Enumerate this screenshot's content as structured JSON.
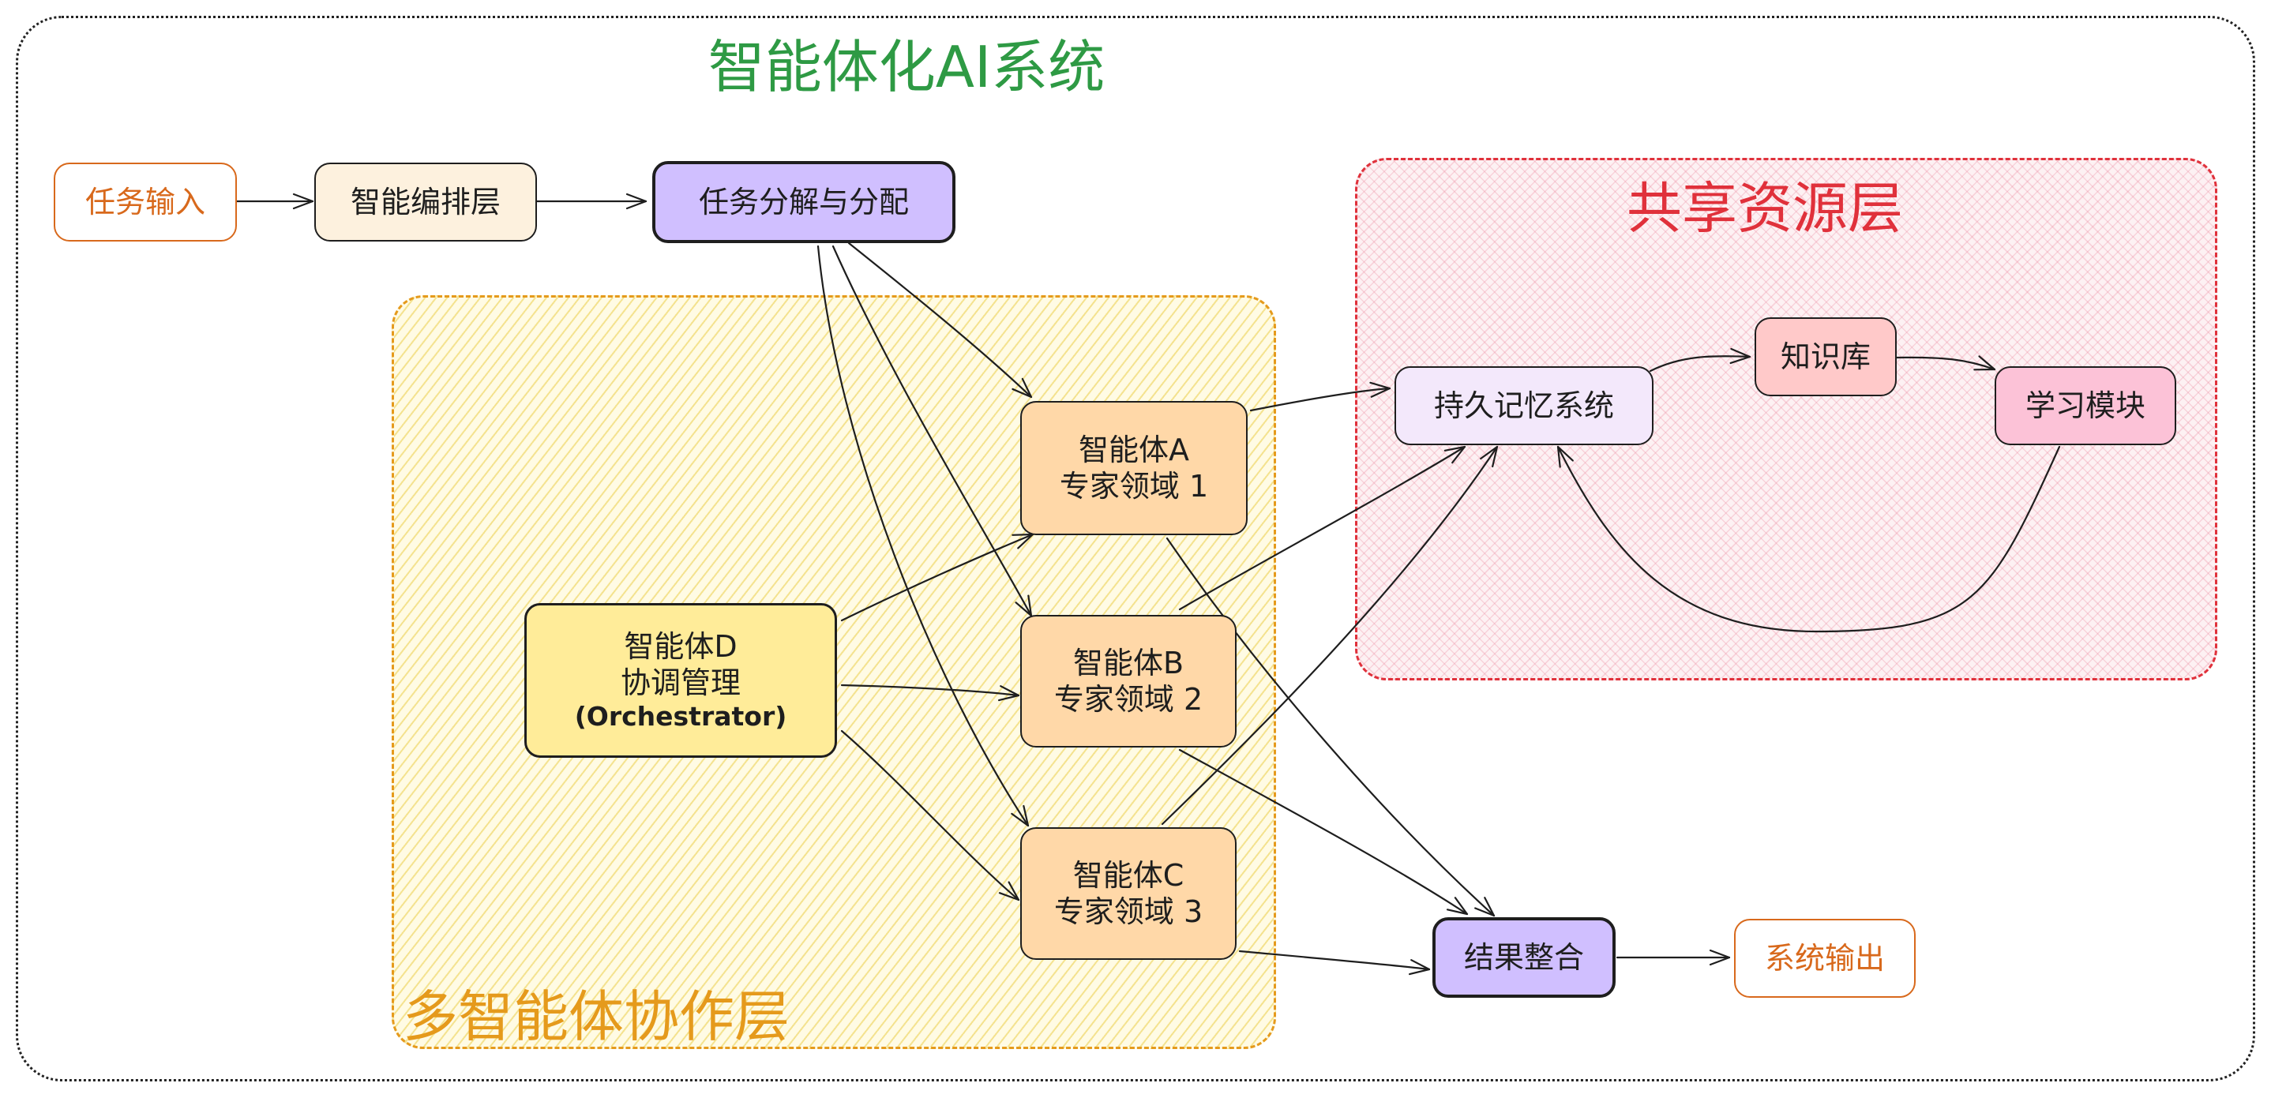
{
  "title": "智能体化AI系统",
  "groups": {
    "collaboration": "多智能体协作层",
    "shared_resources": "共享资源层"
  },
  "nodes": {
    "task_input": "任务输入",
    "orchestration_layer": "智能编排层",
    "task_decomposition": "任务分解与分配",
    "agent_a": [
      "智能体A",
      "专家领域 1"
    ],
    "agent_b": [
      "智能体B",
      "专家领域 2"
    ],
    "agent_c": [
      "智能体C",
      "专家领域 3"
    ],
    "agent_d": [
      "智能体D",
      "协调管理",
      "(Orchestrator)"
    ],
    "persistent_memory": "持久记忆系统",
    "knowledge_base": "知识库",
    "learning_module": "学习模块",
    "result_integration": "结果整合",
    "system_output": "系统输出"
  },
  "colors": {
    "title": "#2e9a44",
    "collaboration_group": "#e59a1c",
    "shared_group": "#e0313b",
    "io_nodes": "#d8691c",
    "orchestration_fill": "#fdf1de",
    "process_fill": "#d0bfff",
    "agent_fill": "#ffd8a8",
    "coordinator_fill": "#ffec99",
    "memory_fill": "#f3e8fb",
    "knowledge_fill": "#ffc9c9",
    "learning_fill": "#fcc2d7"
  },
  "edges": [
    {
      "from": "task_input",
      "to": "orchestration_layer"
    },
    {
      "from": "orchestration_layer",
      "to": "task_decomposition"
    },
    {
      "from": "task_decomposition",
      "to": "agent_a"
    },
    {
      "from": "task_decomposition",
      "to": "agent_b"
    },
    {
      "from": "task_decomposition",
      "to": "agent_c"
    },
    {
      "from": "agent_d",
      "to": "agent_a"
    },
    {
      "from": "agent_d",
      "to": "agent_b"
    },
    {
      "from": "agent_d",
      "to": "agent_c"
    },
    {
      "from": "agent_a",
      "to": "persistent_memory"
    },
    {
      "from": "agent_b",
      "to": "persistent_memory"
    },
    {
      "from": "agent_c",
      "to": "persistent_memory"
    },
    {
      "from": "agent_a",
      "to": "result_integration"
    },
    {
      "from": "agent_b",
      "to": "result_integration"
    },
    {
      "from": "agent_c",
      "to": "result_integration"
    },
    {
      "from": "persistent_memory",
      "to": "knowledge_base"
    },
    {
      "from": "knowledge_base",
      "to": "learning_module"
    },
    {
      "from": "learning_module",
      "to": "persistent_memory"
    },
    {
      "from": "result_integration",
      "to": "system_output"
    }
  ]
}
